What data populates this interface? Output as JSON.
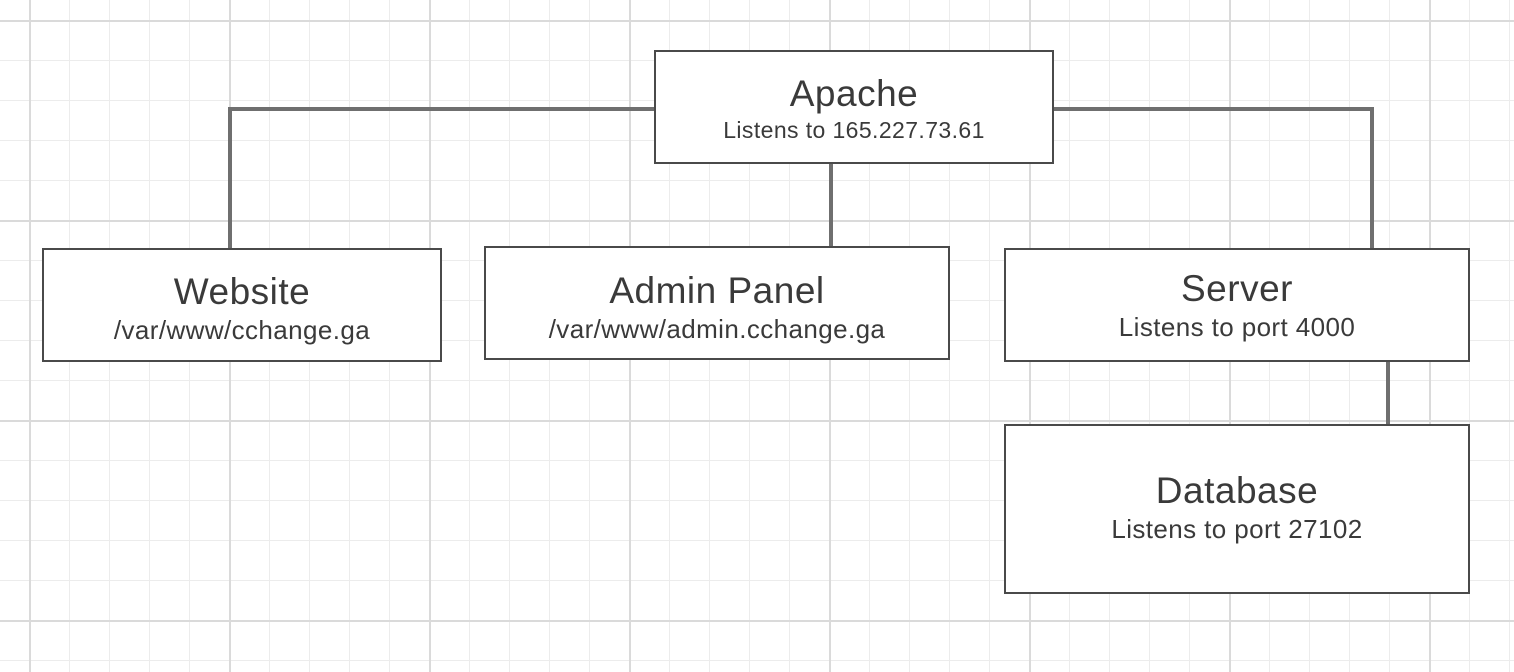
{
  "diagram": {
    "nodes": {
      "apache": {
        "title": "Apache",
        "subtitle": "Listens to 165.227.73.61"
      },
      "website": {
        "title": "Website",
        "subtitle": "/var/www/cchange.ga"
      },
      "admin_panel": {
        "title": "Admin Panel",
        "subtitle": "/var/www/admin.cchange.ga"
      },
      "server": {
        "title": "Server",
        "subtitle": "Listens to port 4000"
      },
      "database": {
        "title": "Database",
        "subtitle": "Listens to port 27102"
      }
    },
    "edges": [
      {
        "from": "Apache",
        "to": "Website"
      },
      {
        "from": "Apache",
        "to": "Admin Panel"
      },
      {
        "from": "Apache",
        "to": "Server"
      },
      {
        "from": "Server",
        "to": "Database"
      }
    ]
  }
}
